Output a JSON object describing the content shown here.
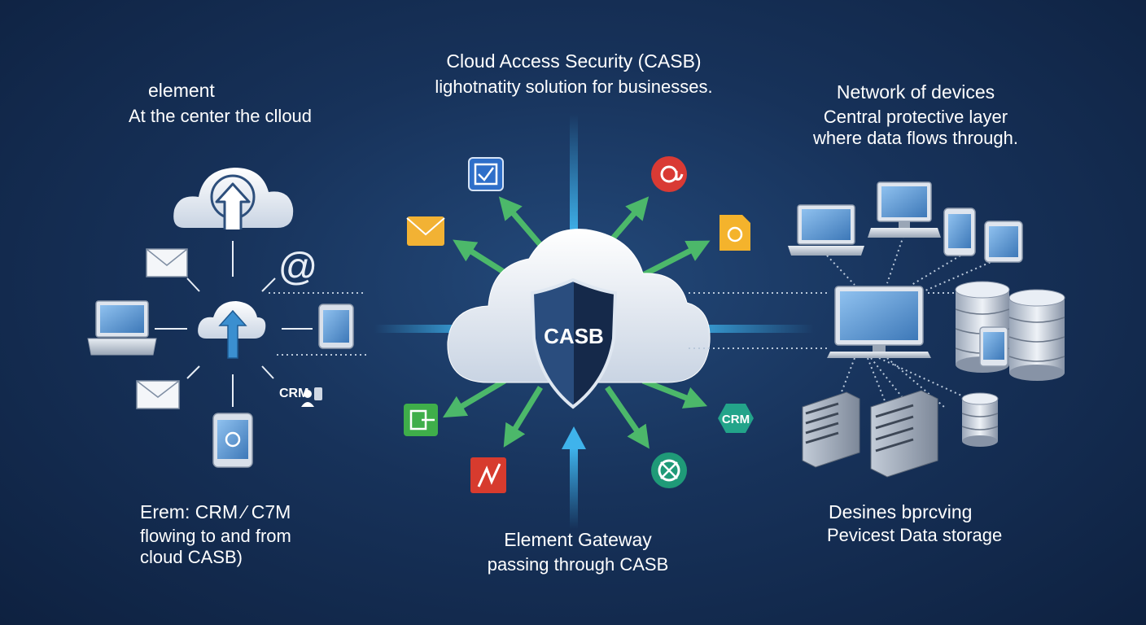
{
  "title": {
    "line1": "Cloud Access Security (CASB)",
    "line2": "lighotnatity solution for businesses."
  },
  "left_top": {
    "line1": "element",
    "line2": "At the center the clloud"
  },
  "right_top": {
    "line1": "Network of devices",
    "line2": "Central protective layer",
    "line3": "where data flows through."
  },
  "left_bottom": {
    "line1": "Erem: CRM ∕ C7M",
    "line2": "flowing to and from",
    "line3": "cloud CASB)"
  },
  "bottom_center": {
    "line1": "Element Gateway",
    "line2": "passing through CASB"
  },
  "right_bottom": {
    "line1": "Desines bprcving",
    "line2": "Pevicest Data storage"
  },
  "center": {
    "shield_label": "CASB"
  },
  "icons": {
    "at_symbol": "@",
    "left_crm": "CRM",
    "right_crm": "CRM"
  },
  "colors": {
    "background": "#17325a",
    "flow_blue": "#35a6e0",
    "flow_green": "#4cb86a",
    "cloud": "#e9eef5",
    "shield": "#1d3a63"
  }
}
